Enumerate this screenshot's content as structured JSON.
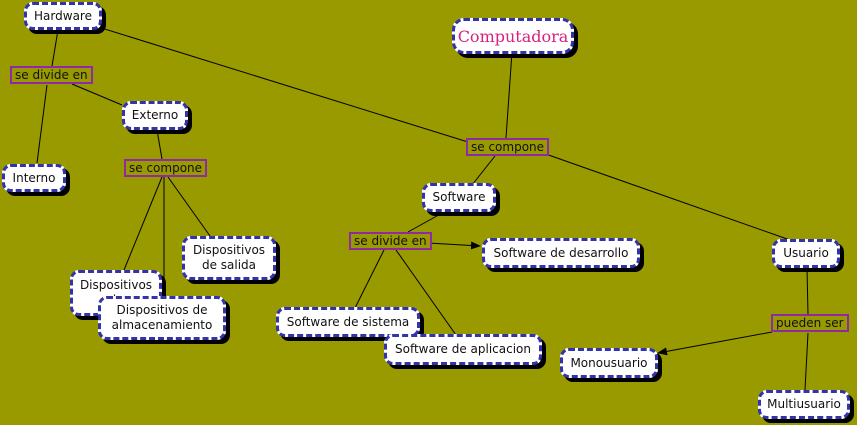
{
  "colors": {
    "background": "#999900",
    "node_fill": "#ffffff",
    "node_border": "#3333aa",
    "link_border": "#8e2aa6",
    "root_text": "#d6217e",
    "connector": "#000000"
  },
  "nodes": {
    "computadora": "Computadora",
    "hardware": "Hardware",
    "interno": "Interno",
    "externo": "Externo",
    "disp_entrada": "Dispositivos de",
    "disp_almacenamiento": "Dispositivos de almacenamiento",
    "disp_salida": "Dispositivos de salida",
    "software": "Software",
    "sw_desarrollo": "Software de desarrollo",
    "sw_sistema": "Software de sistema",
    "sw_aplicacion": "Software de aplicacion",
    "usuario": "Usuario",
    "monousuario": "Monousuario",
    "multiusuario": "Multiusuario"
  },
  "links": {
    "se_compone_main": "se compone",
    "se_divide_hw": "se divide en",
    "se_compone_ext": "se compone",
    "se_divide_sw": "se divide en",
    "pueden_ser": "pueden ser"
  }
}
